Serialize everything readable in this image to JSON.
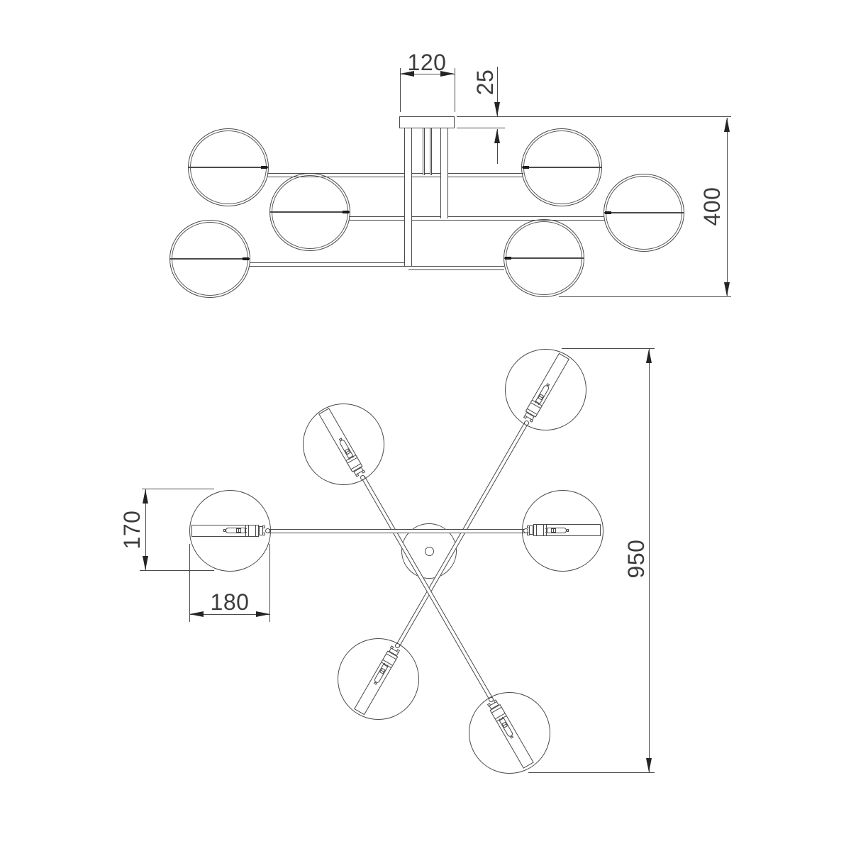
{
  "dimensions": {
    "mount_width": "120",
    "canopy_height": "25",
    "fixture_height": "400",
    "shade_diameter": "170",
    "shade_length": "180",
    "fixture_width": "950"
  }
}
